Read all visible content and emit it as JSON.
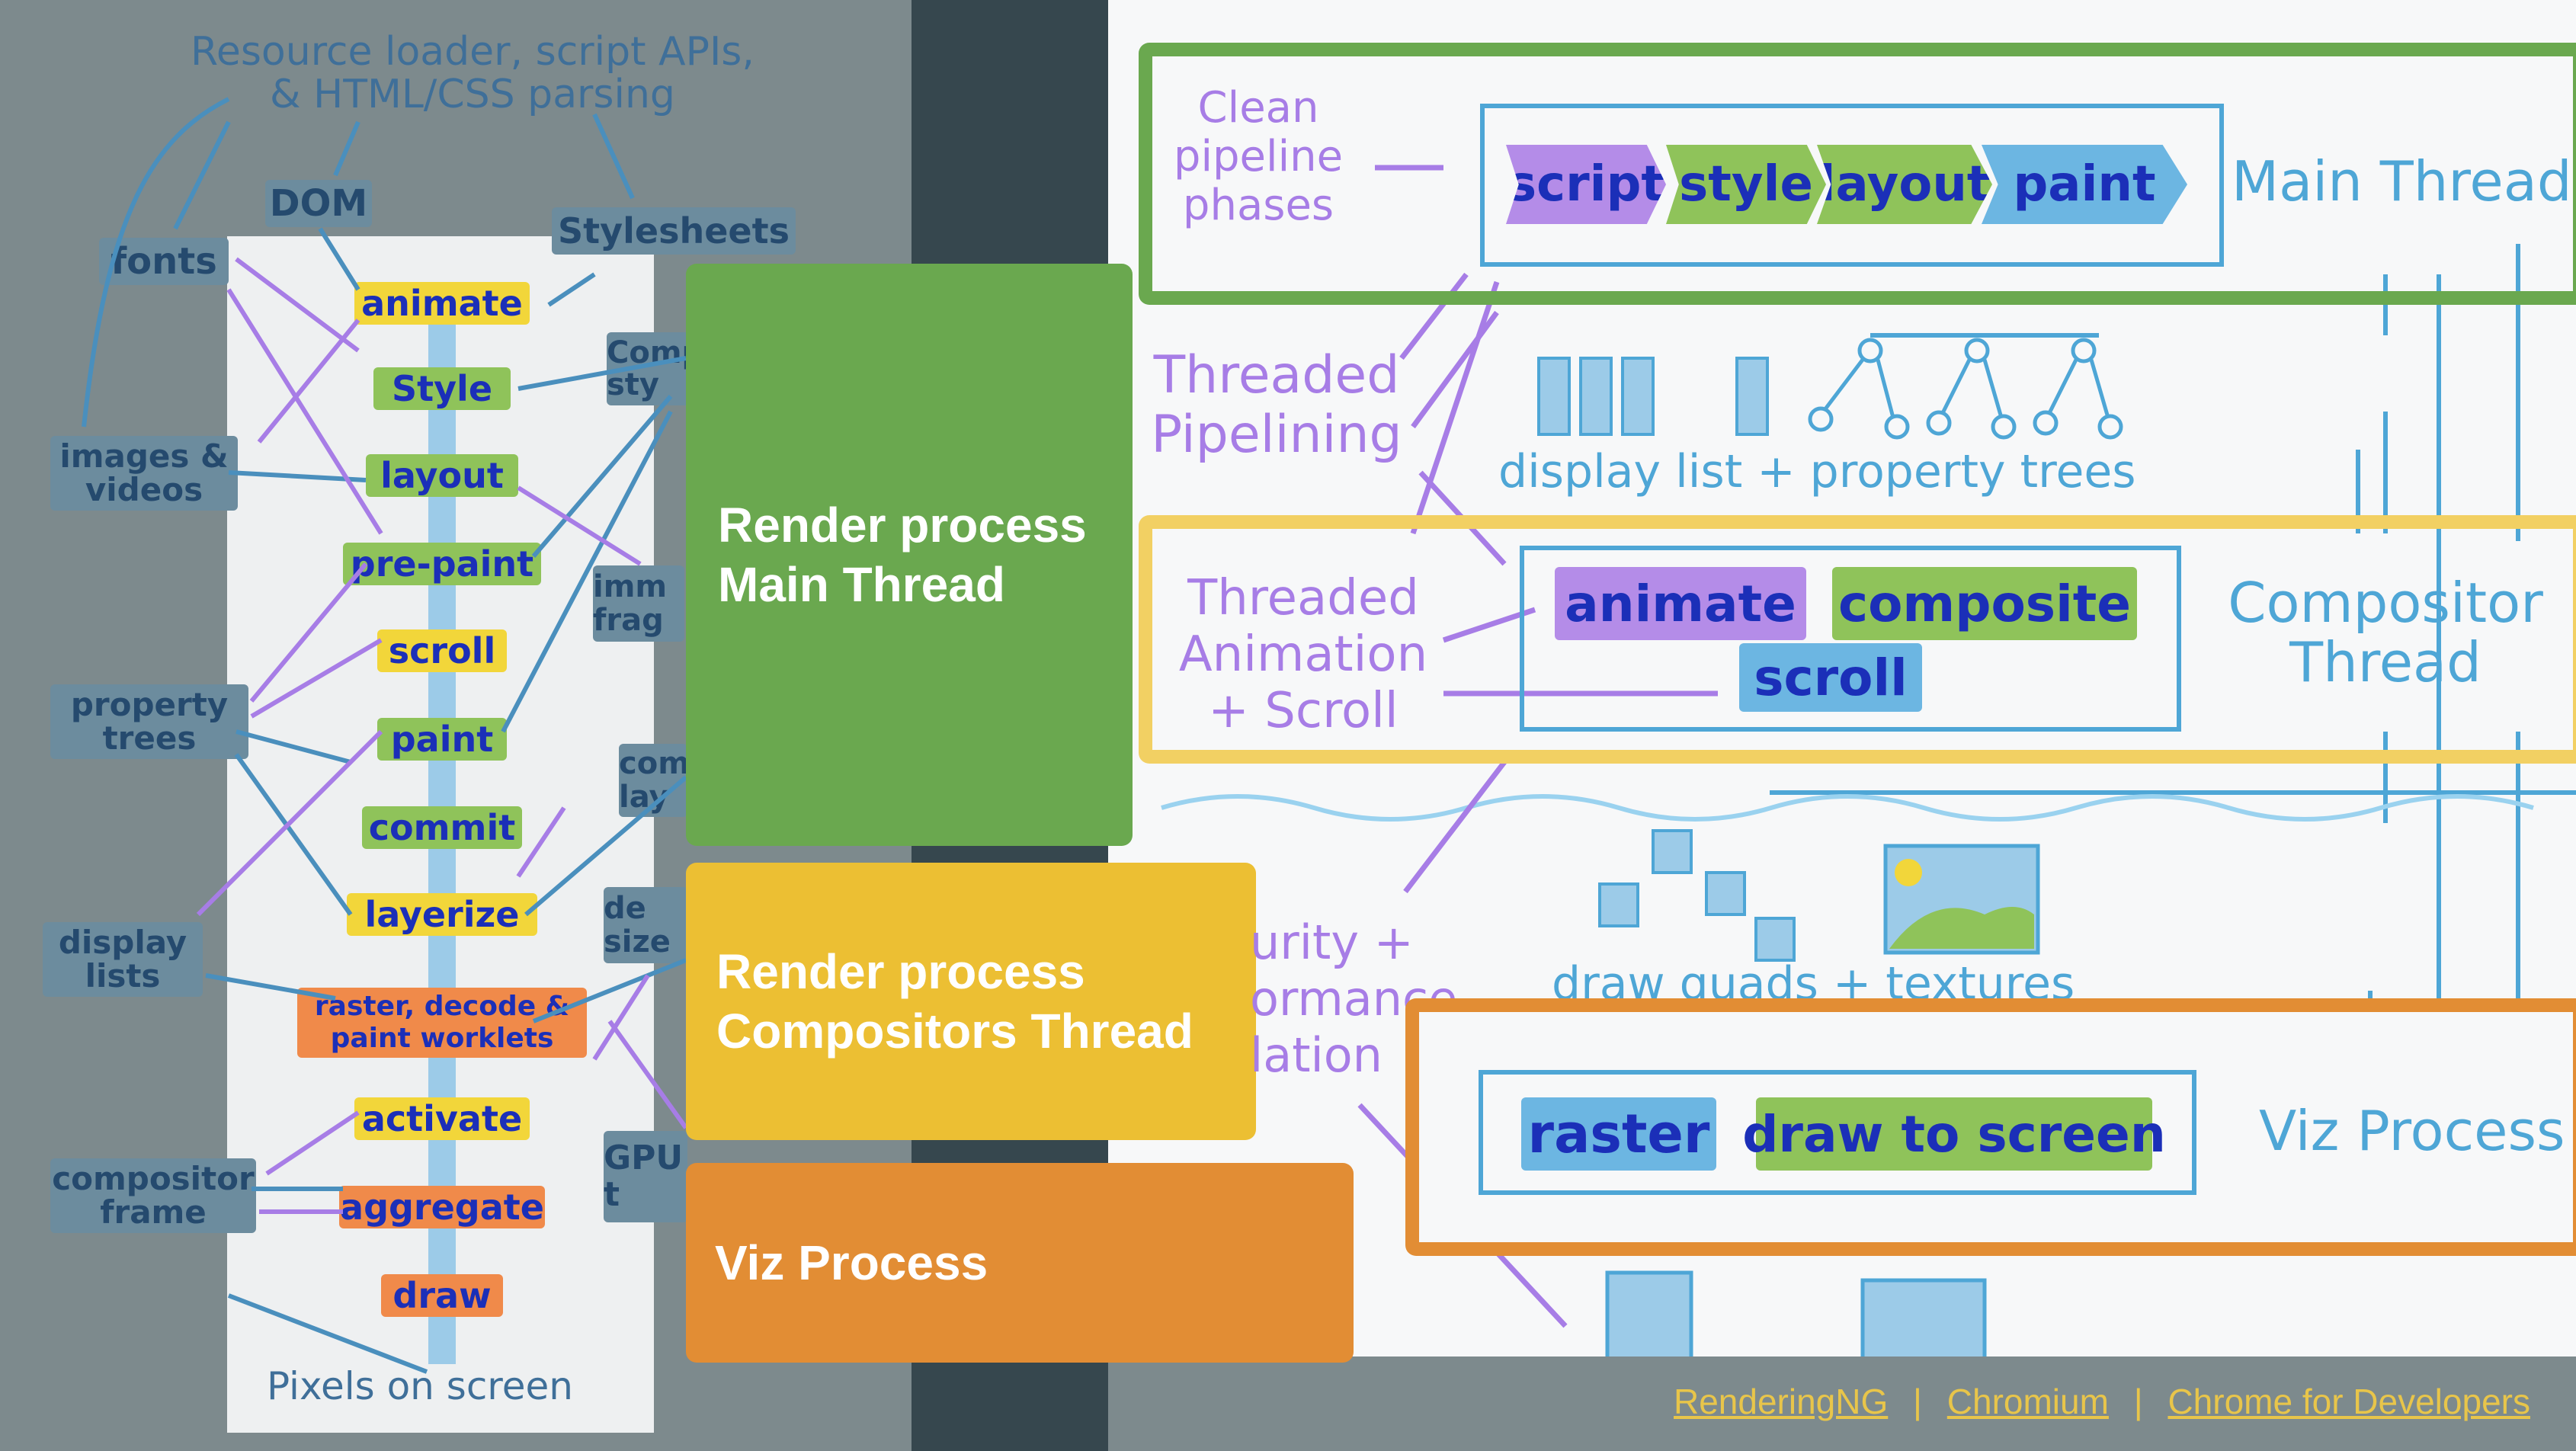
{
  "left_diagram": {
    "header": "Resource loader, script APIs, & HTML/CSS parsing",
    "inputs": {
      "dom": "DOM",
      "fonts": "fonts",
      "stylesheets": "Stylesheets",
      "images": "images & videos",
      "property_trees": "property trees",
      "display_lists": "display lists",
      "compositor_frame": "compositor frame"
    },
    "right_partial": {
      "computed_style": "Comp sty",
      "immutable_fragments": "imm frag",
      "composited_layers": "com lay",
      "decoded_sizes": "de size",
      "gpu_tiles": "GPU t"
    },
    "stages": [
      {
        "label": "animate",
        "color": "#f2d63a"
      },
      {
        "label": "Style",
        "color": "#8fc35a"
      },
      {
        "label": "layout",
        "color": "#8fc35a"
      },
      {
        "label": "pre-paint",
        "color": "#8fc35a"
      },
      {
        "label": "scroll",
        "color": "#f2d63a"
      },
      {
        "label": "paint",
        "color": "#8fc35a"
      },
      {
        "label": "commit",
        "color": "#8fc35a"
      },
      {
        "label": "layerize",
        "color": "#f2d63a"
      },
      {
        "label": "raster, decode & paint worklets",
        "color": "#f08a4a"
      },
      {
        "label": "activate",
        "color": "#f2d63a"
      },
      {
        "label": "aggregate",
        "color": "#f08a4a"
      },
      {
        "label": "draw",
        "color": "#f08a4a"
      }
    ],
    "footer": "Pixels on screen"
  },
  "legend": {
    "main_thread": {
      "line1": "Render process",
      "line2": "Main Thread",
      "color": "#6aa84f"
    },
    "compositor": {
      "line1": "Render process",
      "line2": "Compositors Thread",
      "color": "#ecbf33"
    },
    "viz": {
      "line1": "Viz Process",
      "color": "#e28d34"
    }
  },
  "right_diagram": {
    "clean_pipeline": "Clean pipeline phases",
    "phases": [
      "script",
      "style",
      "layout",
      "paint"
    ],
    "main_thread_label": "Main Thread",
    "threaded_pipelining": "Threaded Pipelining",
    "display_list_label": "display list + property trees",
    "threaded_animation": "Threaded Animation + Scroll",
    "comp_stages": {
      "animate": "animate",
      "composite": "composite",
      "scroll": "scroll"
    },
    "compositor_thread_label": "Compositor Thread",
    "security": "urity + ormance lation",
    "draw_quads": "draw quads + textures",
    "viz_stages": {
      "raster": "raster",
      "draw": "draw to screen"
    },
    "viz_process_label": "Viz Process"
  },
  "footer_links": [
    "RenderingNG",
    "Chromium",
    "Chrome for Developers"
  ],
  "footer_separator": "|"
}
